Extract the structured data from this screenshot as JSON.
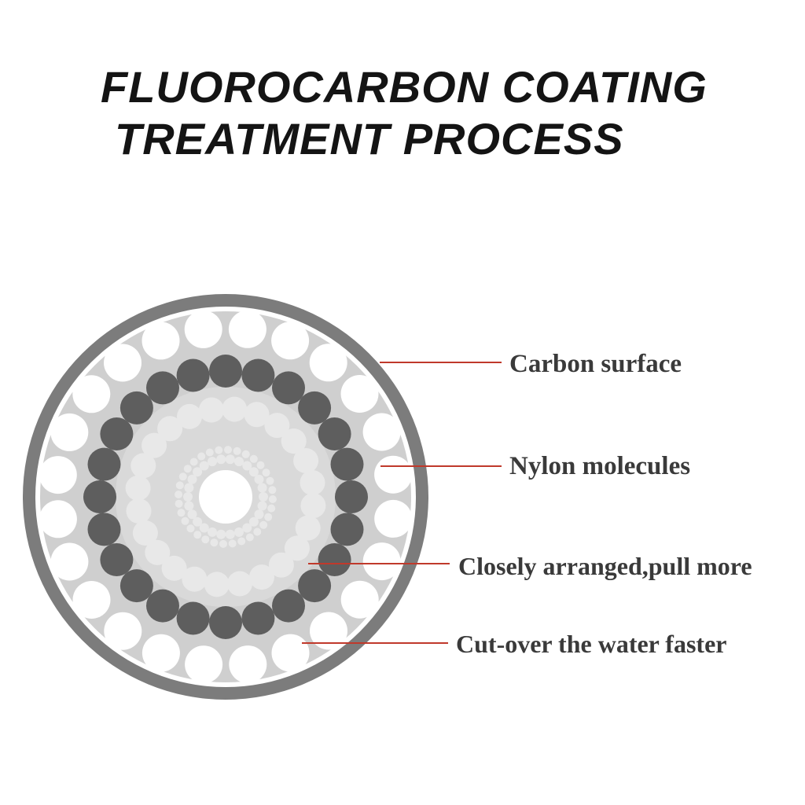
{
  "title": {
    "line1": "FLUOROCARBON COATING",
    "line2": "TREATMENT PROCESS"
  },
  "labels": {
    "carbon_surface": "Carbon surface",
    "nylon_molecules": "Nylon molecules",
    "closely_arranged": "Closely arranged,pull more",
    "cut_over": "Cut-over the water faster"
  },
  "colors": {
    "outer_ring": "#7c7c7c",
    "matrix": "#cfcfcf",
    "dark_molecule": "#5e5e5e",
    "light_molecule": "#e8e8e8",
    "white_molecule": "#ffffff",
    "leader_line": "#c0392b",
    "label_text": "#3a3a3a"
  }
}
